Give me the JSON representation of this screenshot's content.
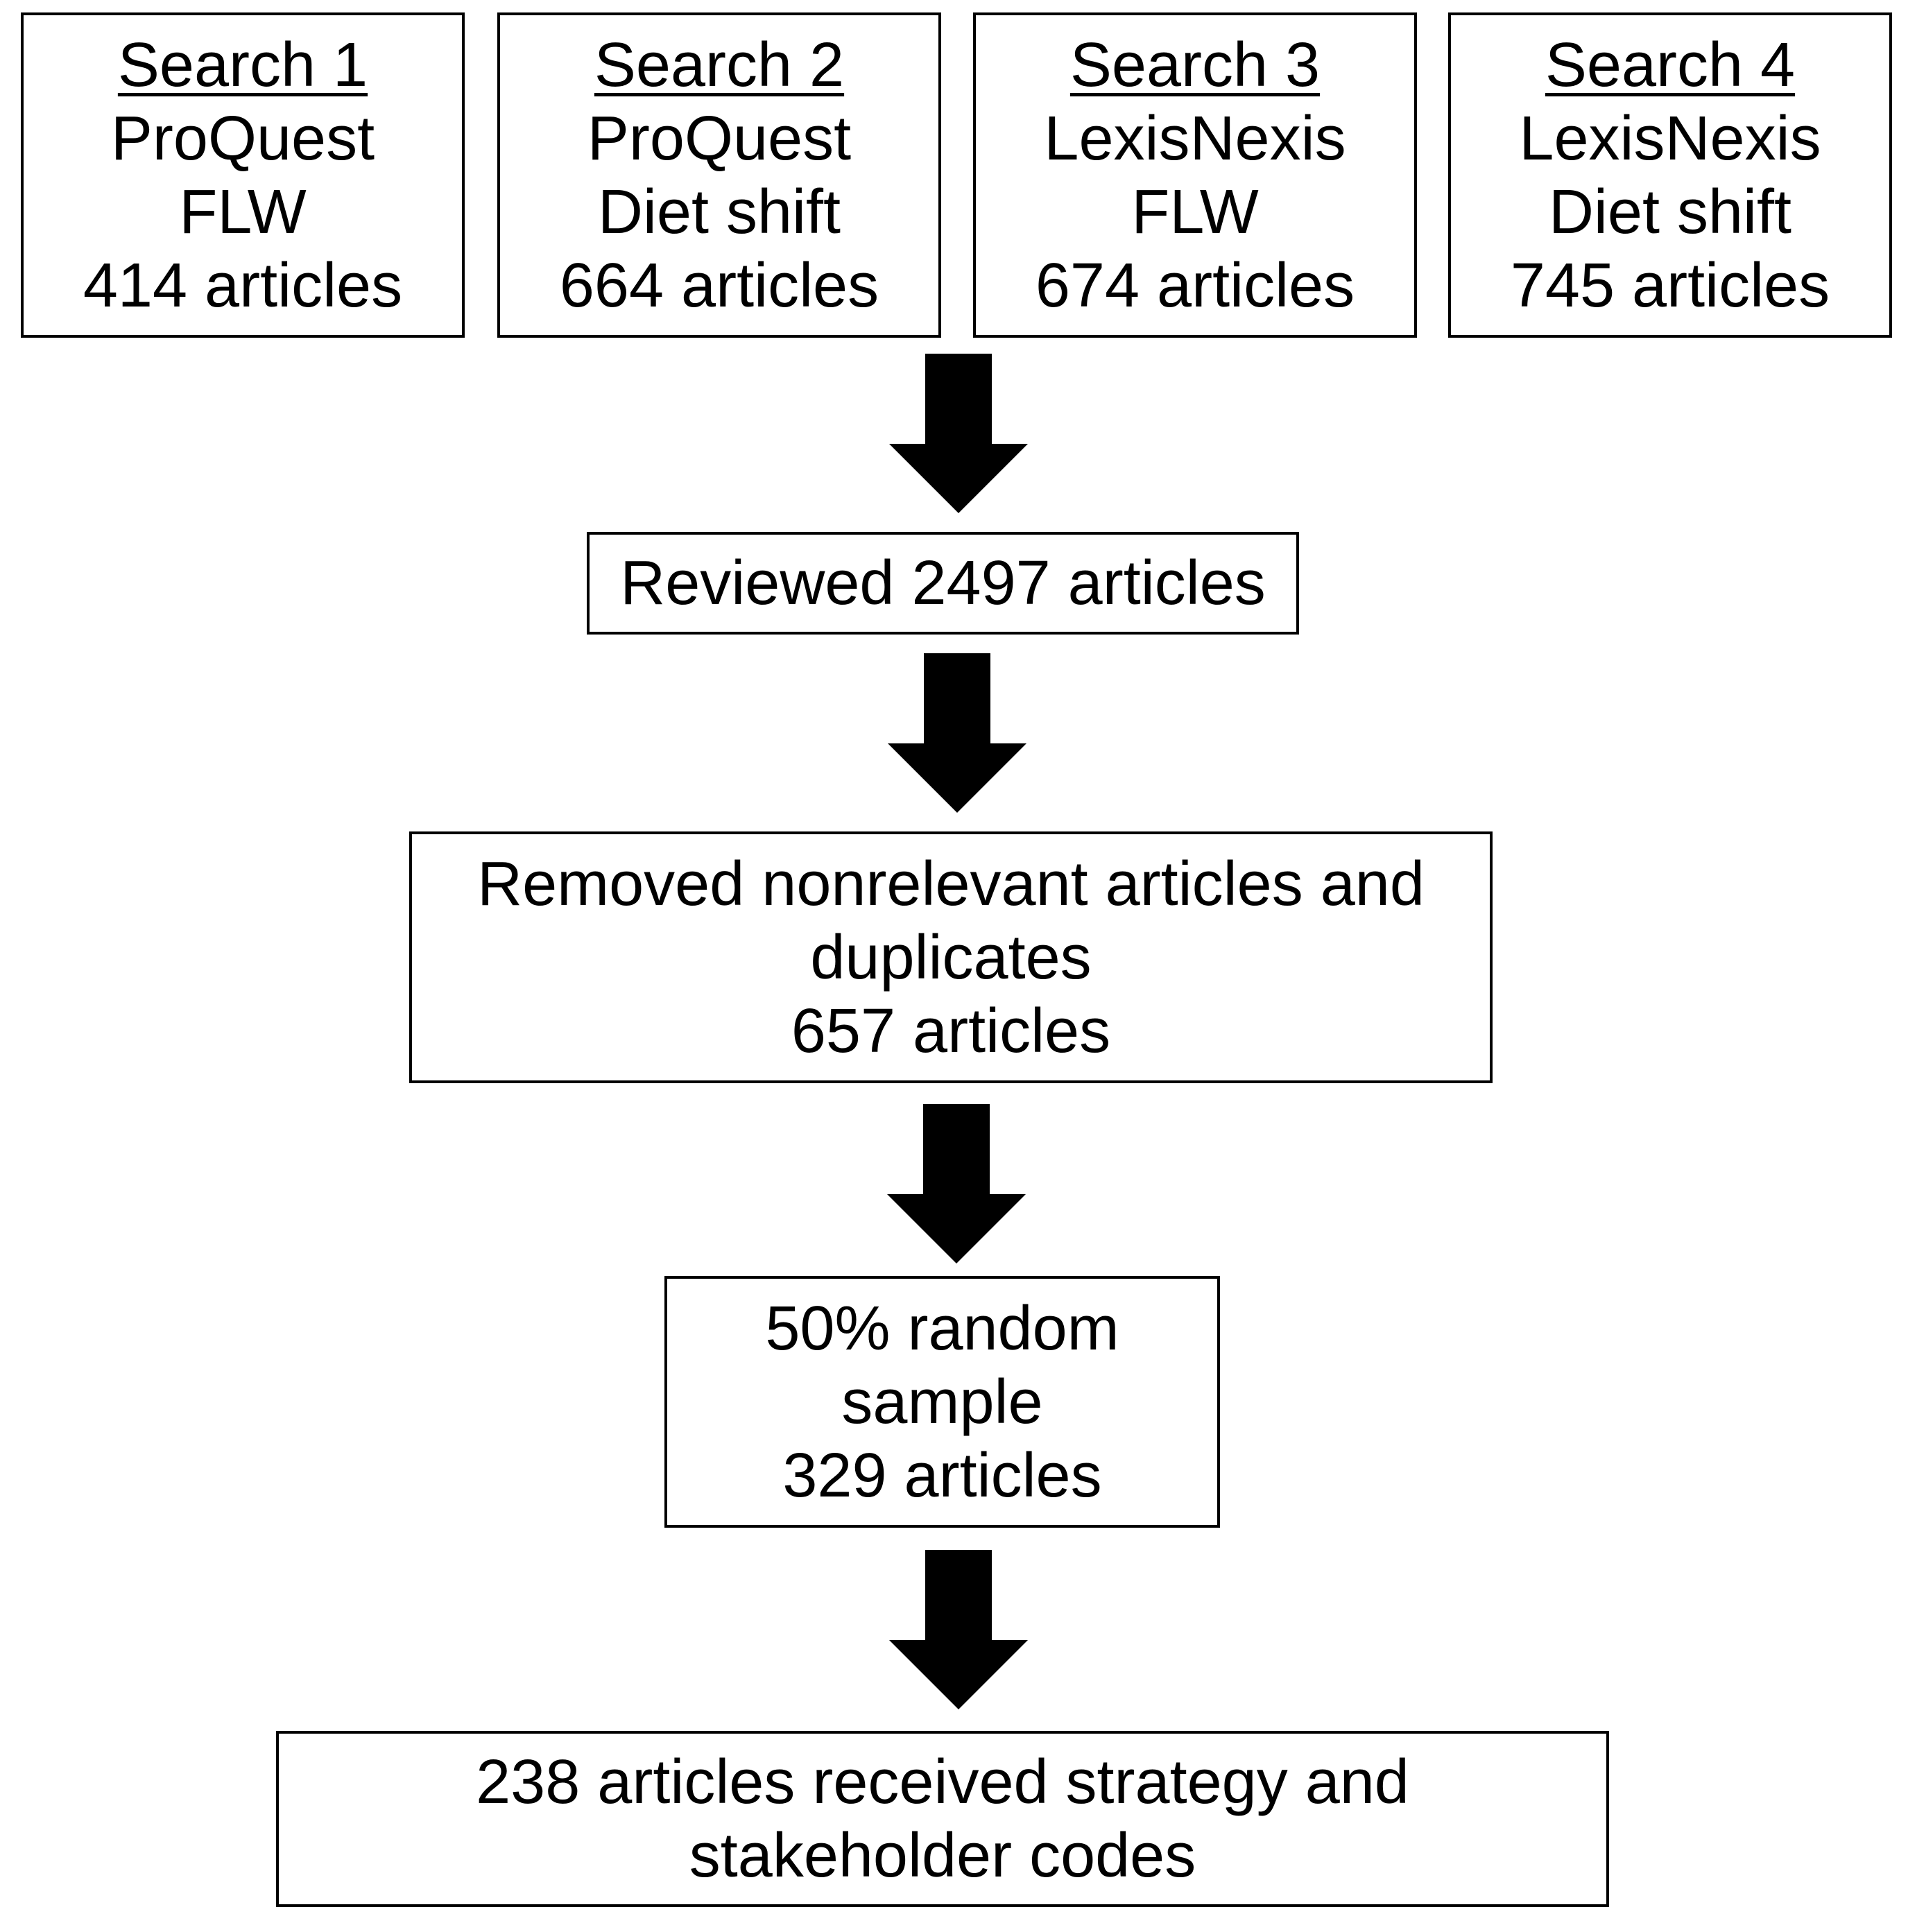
{
  "searches": [
    {
      "title": "Search 1",
      "database": "ProQuest",
      "topic": "FLW",
      "count": "414 articles"
    },
    {
      "title": "Search 2",
      "database": "ProQuest",
      "topic": "Diet shift",
      "count": "664 articles"
    },
    {
      "title": "Search 3",
      "database": "LexisNexis",
      "topic": "FLW",
      "count": "674 articles"
    },
    {
      "title": "Search 4",
      "database": "LexisNexis",
      "topic": "Diet shift",
      "count": "745 articles"
    }
  ],
  "steps": {
    "reviewed": "Reviewed 2497 articles",
    "removed_text": "Removed nonrelevant articles and duplicates",
    "removed_count": "657 articles",
    "sample_line1": "50% random",
    "sample_line2": "sample",
    "sample_count": "329 articles",
    "final": "238 articles received strategy and stakeholder codes"
  },
  "colors": {
    "stroke": "#000000",
    "fill": "#ffffff",
    "arrow": "#000000"
  },
  "icons": {
    "flow_arrow": "down-arrow-icon"
  }
}
